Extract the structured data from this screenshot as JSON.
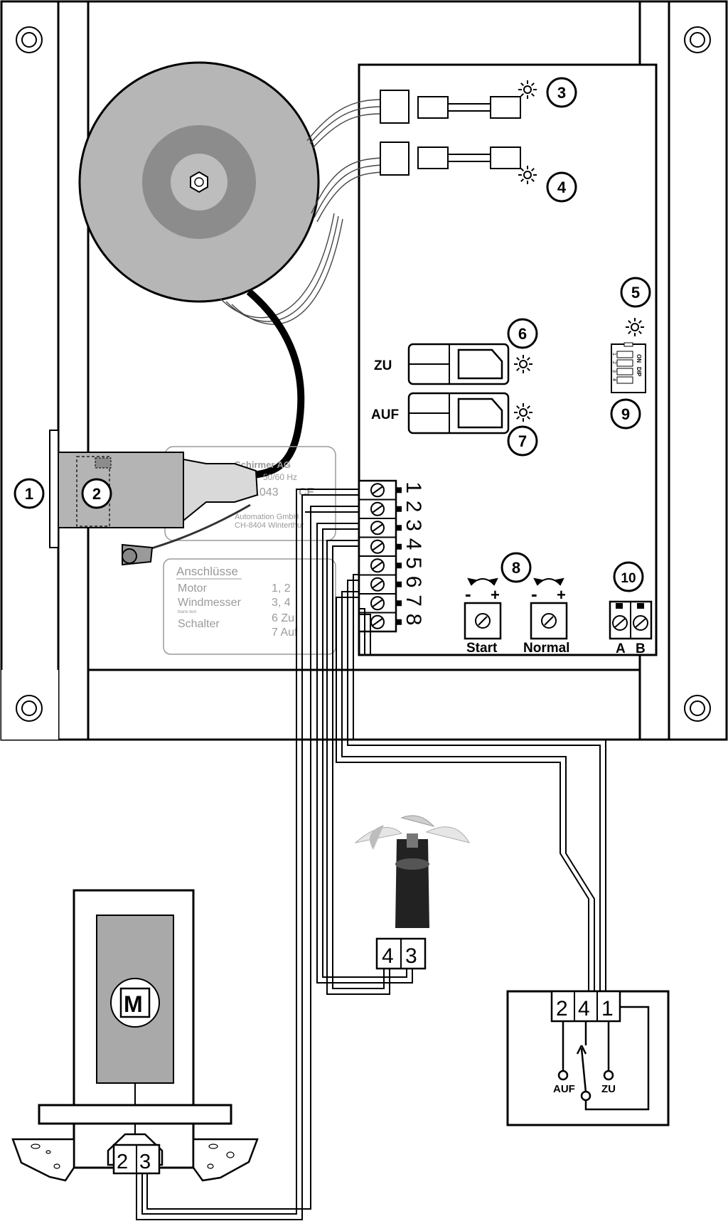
{
  "callouts": [
    "1",
    "2",
    "3",
    "4",
    "5",
    "6",
    "7",
    "8",
    "9",
    "10"
  ],
  "buttons": {
    "zu": "ZU",
    "auf": "AUF"
  },
  "terminal_numbers": [
    "1",
    "2",
    "3",
    "4",
    "5",
    "6",
    "7",
    "8"
  ],
  "dip": {
    "on": "ON",
    "dip": "DIP",
    "positions": [
      "1",
      "2",
      "3",
      "4"
    ]
  },
  "pots": {
    "start": "Start",
    "normal": "Normal",
    "minus": "-",
    "plus": "+"
  },
  "ab_terminals": [
    "A",
    "B"
  ],
  "nameplate": {
    "company": "Schirmer AG",
    "freq": "50/60 Hz",
    "model": "1043",
    "ce": "CE",
    "maker": "Automation GmbH",
    "city": "CH-8404 Winterthur"
  },
  "connections": {
    "title": "Anschlüsse",
    "rows": [
      {
        "name": "Motor",
        "value": "1, 2"
      },
      {
        "name": "Windmesser",
        "value": "3, 4"
      },
      {
        "name": "Schalter",
        "value": "6 Zu"
      },
      {
        "name": "",
        "value": "7 Auf"
      }
    ],
    "tiny": "blank-text"
  },
  "motor": {
    "label": "M",
    "terminals": [
      "2",
      "3"
    ]
  },
  "anemometer": {
    "terminals": [
      "4",
      "3"
    ]
  },
  "switch": {
    "terminals": [
      "2",
      "4",
      "1"
    ],
    "auf": "AUF",
    "zu": "ZU"
  },
  "colors": {
    "line": "#000000",
    "grey_disc": "#b4b4b4",
    "mid_disc": "#8c8c8c",
    "inner_disc": "#bdbdbd",
    "motor_fill": "#a9a9a9",
    "plate_text": "#9a9a9a"
  }
}
